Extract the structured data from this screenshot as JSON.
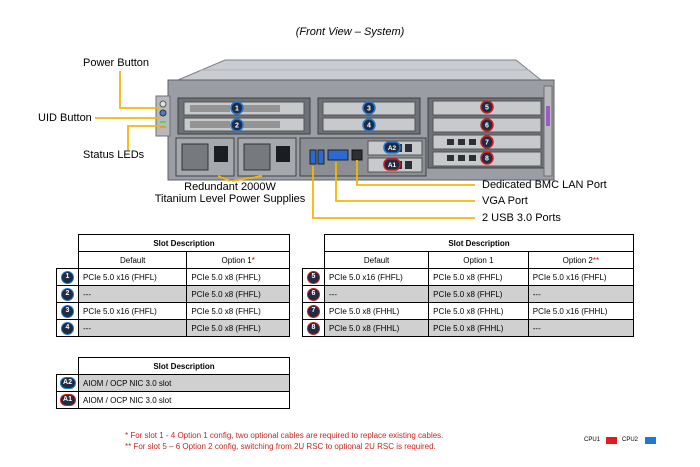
{
  "title": "(Front View – System)",
  "callouts": {
    "power_button": "Power Button",
    "uid_button": "UID Button",
    "status_leds": "Status LEDs",
    "power_supplies_line1": "Redundant 2000W",
    "power_supplies_line2": "Titanium Level Power Supplies",
    "bmc_lan": "Dedicated BMC LAN Port",
    "vga": "VGA Port",
    "usb": "2 USB 3.0 Ports"
  },
  "chassis_badges": {
    "slot1": "1",
    "slot2": "2",
    "slot3": "3",
    "slot4": "4",
    "slot5": "5",
    "slot6": "6",
    "slot7": "7",
    "slot8": "8",
    "a1": "A1",
    "a2": "A2"
  },
  "table_cpu1": {
    "title": "Slot Description",
    "columns": [
      "Default",
      "Option 1"
    ],
    "option_mark": "*",
    "rows": [
      {
        "badge": "1",
        "cpu": "cpu2",
        "default": "PCIe 5.0 x16 (FHFL)",
        "option": "PCIe 5.0 x8 (FHFL)"
      },
      {
        "badge": "2",
        "cpu": "cpu2",
        "default": "---",
        "option": "PCIe 5.0 x8 (FHFL)"
      },
      {
        "badge": "3",
        "cpu": "cpu2",
        "default": "PCIe 5.0 x16 (FHFL)",
        "option": "PCIe 5.0 x8 (FHFL)"
      },
      {
        "badge": "4",
        "cpu": "cpu2",
        "default": "---",
        "option": "PCIe 5.0 x8 (FHFL)"
      }
    ]
  },
  "table_cpu2": {
    "title": "Slot Description",
    "columns": [
      "Default",
      "Option 1",
      "Option 2"
    ],
    "option_mark": "**",
    "rows": [
      {
        "badge": "5",
        "cpu": "cpu1",
        "default": "PCIe 5.0 x16 (FHFL)",
        "option1": "PCIe 5.0 x8 (FHFL)",
        "option2": "PCIe 5.0 x16 (FHFL)"
      },
      {
        "badge": "6",
        "cpu": "cpu1",
        "default": "---",
        "option1": "PCIe 5.0 x8 (FHFL)",
        "option2": "---"
      },
      {
        "badge": "7",
        "cpu": "cpu1",
        "default": "PCIe 5.0 x8 (FHHL)",
        "option1": "PCIe 5.0 x8 (FHHL)",
        "option2": "PCIe 5.0 x16 (FHHL)"
      },
      {
        "badge": "8",
        "cpu": "cpu1",
        "default": "PCIe 5.0 x8 (FHHL)",
        "option1": "PCIe 5.0 x8 (FHHL)",
        "option2": "---"
      }
    ]
  },
  "table_aiom": {
    "title": "Slot Description",
    "rows": [
      {
        "badge": "A2",
        "cpu": "cpu2",
        "desc": "AIOM / OCP NIC 3.0 slot"
      },
      {
        "badge": "A1",
        "cpu": "cpu1",
        "desc": "AIOM / OCP NIC 3.0 slot"
      }
    ]
  },
  "footnotes": {
    "note1": "* For slot 1 - 4 Option 1 config, two optional cables are required  to replace existing cables.",
    "note2": "** For slot 5 – 6 Option 2 config, switching from 2U RSC to optional 2U RSC is required."
  },
  "legend": {
    "cpu1_label": "CPU1",
    "cpu1_color": "#e31b1b",
    "cpu2_label": "CPU2",
    "cpu2_color": "#1e78d8"
  }
}
